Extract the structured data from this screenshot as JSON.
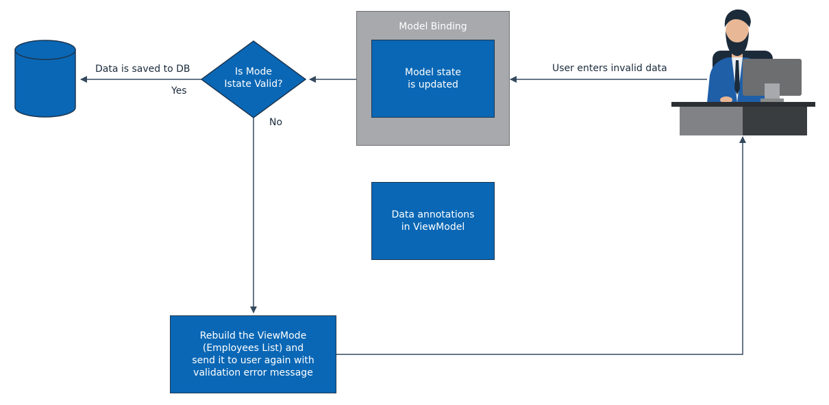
{
  "diagram": {
    "nodes": {
      "database": {
        "shape": "cylinder",
        "color": "#0a67b5"
      },
      "decision": {
        "text": "Is Mode\nIstate Valid?"
      },
      "model_binding": {
        "title": "Model Binding",
        "inner": "Model state\nis updated"
      },
      "data_annotations": {
        "text": "Data annotations\nin ViewModel"
      },
      "rebuild": {
        "text": "Rebuild the ViewMode\n(Employees List) and\nsend it to user again with\nvalidation error message"
      },
      "user": {
        "icon": "user-at-computer-icon"
      }
    },
    "edges": {
      "user_to_binding": "User enters invalid data",
      "decision_to_db": "Data is saved to DB",
      "yes": "Yes",
      "no": "No"
    },
    "colors": {
      "primary_blue": "#0a67b5",
      "frame_gray": "#a7a9ac",
      "line": "#34495e"
    }
  }
}
